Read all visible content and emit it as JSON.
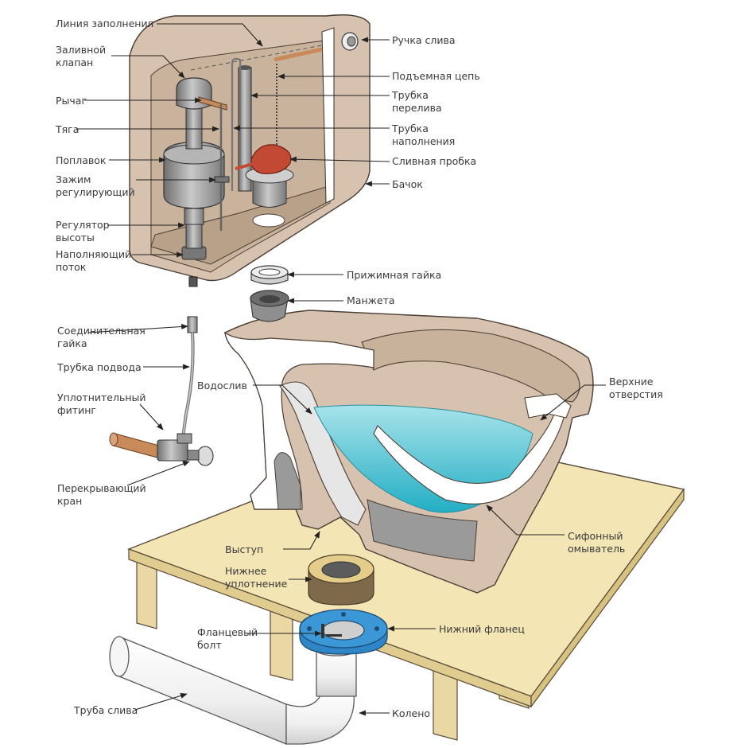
{
  "colors": {
    "porcelain": "#d6c2ae",
    "porcelain_dark": "#b99f86",
    "cut_face": "#ffffff",
    "water": "#7fd3df",
    "water_deep": "#2fb3c6",
    "metal": "#9a9a9a",
    "rubber": "#c24a35",
    "wood_top": "#f3e5b4",
    "wood_leg": "#ead8a4",
    "flange": "#2f86c7",
    "wax": "#d9c07a",
    "copper": "#c98a5a",
    "pipe": "#f4f4f4"
  },
  "labels": {
    "fill_line": "Линия заполнения",
    "fill_valve": [
      "Заливной",
      "клапан"
    ],
    "lever": "Рычаг",
    "rod": "Тяга",
    "float": "Поплавок",
    "clamp": [
      "Зажим",
      "регулирующий"
    ],
    "height_regulator": [
      "Регулятор",
      "высоты"
    ],
    "fill_flow": [
      "Наполняющий",
      "поток"
    ],
    "flush_handle": "Ручка слива",
    "lift_chain": "Подъемная цепь",
    "overflow_tube": [
      "Трубка",
      "перелива"
    ],
    "refill_tube": [
      "Трубка",
      "наполнения"
    ],
    "flapper": "Сливная пробка",
    "tank": "Бачок",
    "clamp_nut": "Прижимная гайка",
    "cuff": "Манжета",
    "coupling_nut": [
      "Соединительная",
      "гайка"
    ],
    "supply_tube": "Трубка подвода",
    "compression_fitting": [
      "Уплотнительный",
      "фитинг"
    ],
    "shutoff_valve": [
      "Перекрывающий",
      "кран"
    ],
    "weir": "Водослив",
    "rim_holes": [
      "Верхние",
      "отверстия"
    ],
    "siphon_jet": [
      "Сифонный",
      "омыватель"
    ],
    "ledge": "Выступ",
    "lower_seal": [
      "Нижнее",
      "уплотнение"
    ],
    "flange_bolt": [
      "Фланцевый",
      "болт"
    ],
    "lower_flange": "Нижний фланец",
    "drain_pipe": "Труба слива",
    "elbow": "Колено"
  }
}
